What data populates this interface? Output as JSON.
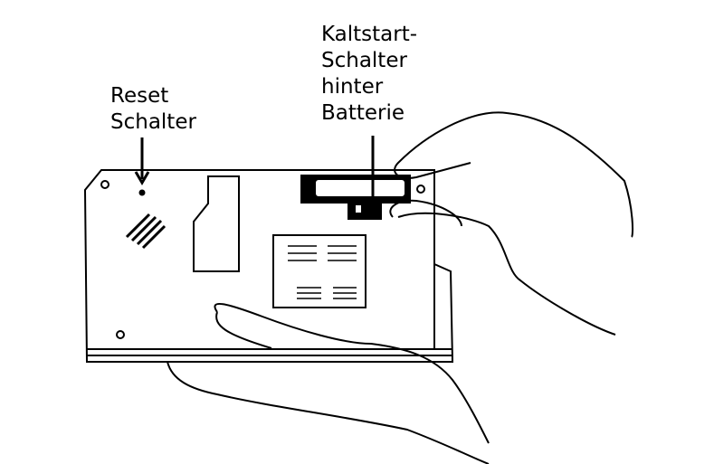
{
  "labels": {
    "reset": [
      "Reset",
      "Schalter"
    ],
    "coldstart": [
      "Kaltstart-",
      "Schalter",
      "hinter",
      "Batterie"
    ]
  }
}
